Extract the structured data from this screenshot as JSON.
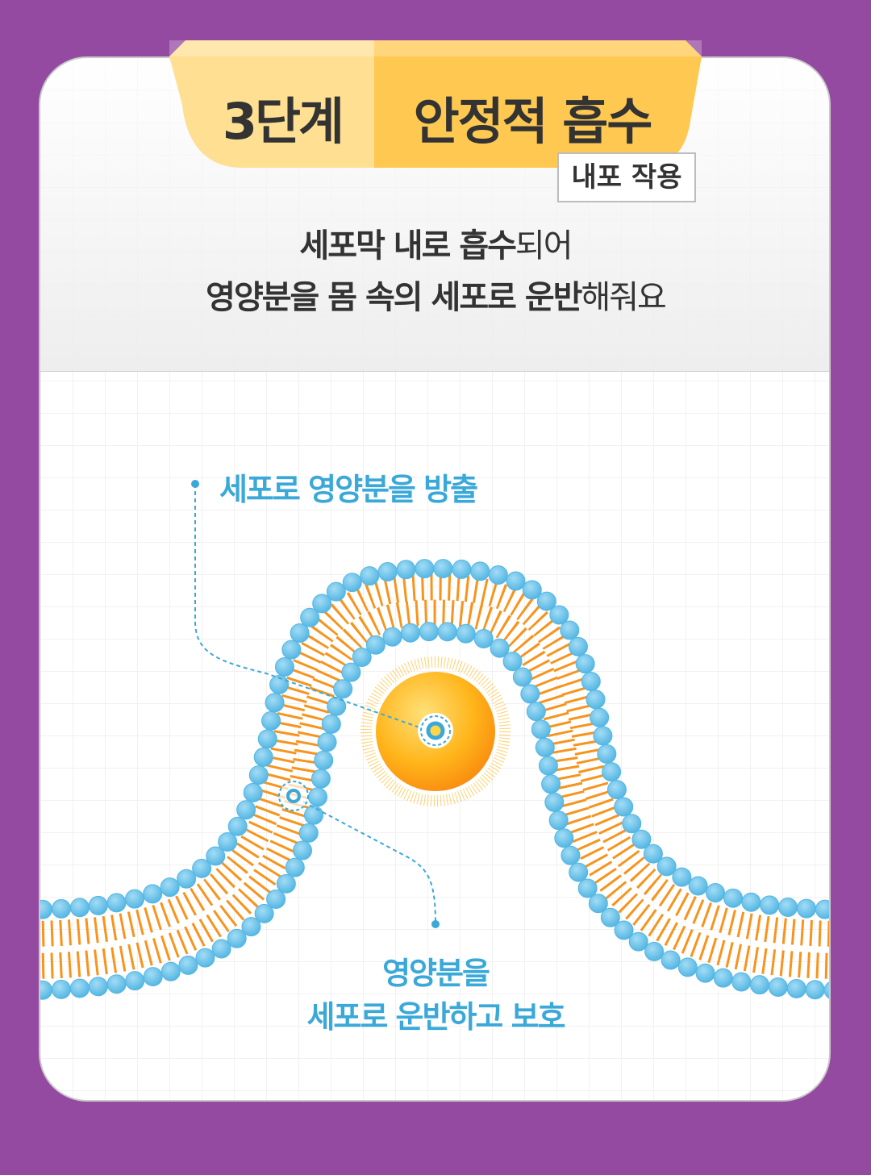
{
  "header": {
    "step": "3단계",
    "title": "안정적 흡수",
    "badge": "내포 작용"
  },
  "description": {
    "line1_bold": "세포막 내로 흡수",
    "line1_rest": "되어",
    "line2_bold": "영양분을 몸 속의 세포로 운반",
    "line2_rest": "해줘요"
  },
  "diagram": {
    "label_release": "세포로 영양분을 방출",
    "label_transport_1": "영양분을",
    "label_transport_2": "세포로 운반하고 보호"
  },
  "colors": {
    "background": "#944aa0",
    "tab_light": "#ffdf92",
    "tab_dark": "#ffc851",
    "accent": "#3aa8d8",
    "head": "#7ccbed",
    "tail": "#f7941d"
  }
}
